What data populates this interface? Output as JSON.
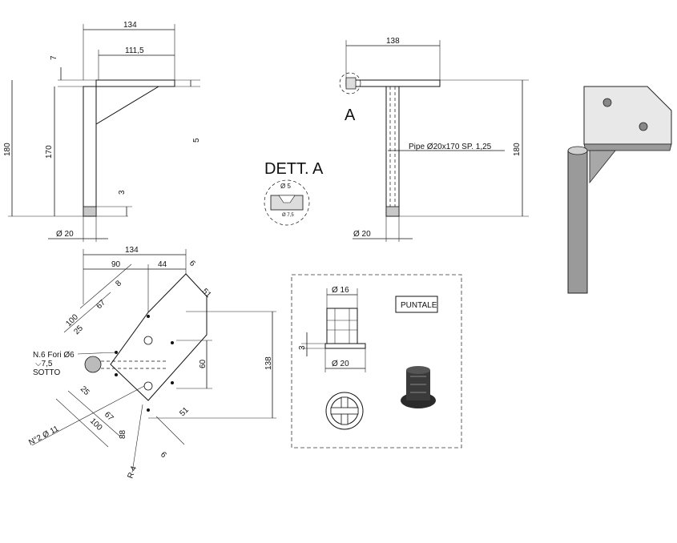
{
  "side_view": {
    "width_total": "134",
    "width_plate": "111,5",
    "plate_thickness": "7",
    "height_total": "180",
    "height_pipe": "170",
    "plate_offset": "5",
    "foot_height": "3",
    "pipe_diameter": "Ø 20"
  },
  "front_view": {
    "width": "138",
    "height": "180",
    "detail_marker": "A",
    "pipe_note": "Pipe Ø20x170 SP. 1,25",
    "pipe_diameter": "Ø 20"
  },
  "detail": {
    "title": "DETT. A",
    "hole_diameter": "Ø 5",
    "countersink": "Ø 7,5"
  },
  "top_view": {
    "width_total": "134",
    "dim_90": "90",
    "dim_44": "44",
    "dim_6_top": "6",
    "dim_51_top": "51",
    "dim_8_top": "8",
    "dim_67_top": "67",
    "dim_100_top": "100",
    "dim_25_top": "25",
    "holes_note_1": "N.6 Fori Ø6",
    "holes_note_2": "⌵7,5",
    "holes_note_3": "SOTTO",
    "dim_60": "60",
    "dim_138": "138",
    "dim_25_bottom": "25",
    "dim_67_bottom": "67",
    "dim_100_bottom": "100",
    "holes_11": "N°2 Ø 11",
    "dim_88": "88",
    "dim_6_bottom": "6",
    "dim_51_bottom": "51",
    "radius": "R 4"
  },
  "puntale": {
    "label": "PUNTALE",
    "top_diameter": "Ø 16",
    "height": "3",
    "base_diameter": "Ø 20"
  }
}
